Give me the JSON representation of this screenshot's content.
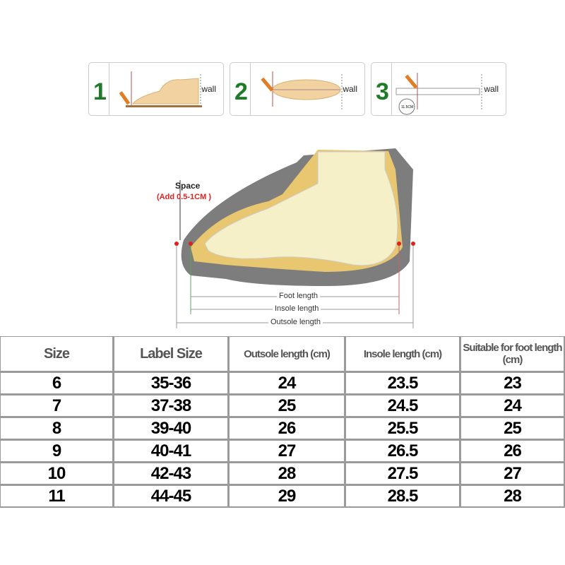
{
  "steps": [
    {
      "number": "1",
      "label": "wall"
    },
    {
      "number": "2",
      "label": "wall"
    },
    {
      "number": "3",
      "label": "wall",
      "ruler_reading": "11.5CM"
    }
  ],
  "diagram": {
    "space_label": "Space",
    "space_note": "(Add 0.5-1CM )",
    "foot_length": "Foot length",
    "insole_length": "Insole length",
    "outsole_length": "Outsole length"
  },
  "table": {
    "headers": [
      "Size",
      "Label Size",
      "Outsole length (cm)",
      "Insole length (cm)",
      "Suitable for foot length (cm)"
    ],
    "rows": [
      [
        "6",
        "35-36",
        "24",
        "23.5",
        "23"
      ],
      [
        "7",
        "37-38",
        "25",
        "24.5",
        "24"
      ],
      [
        "8",
        "39-40",
        "26",
        "25.5",
        "25"
      ],
      [
        "9",
        "40-41",
        "27",
        "26.5",
        "26"
      ],
      [
        "10",
        "42-43",
        "28",
        "27.5",
        "27"
      ],
      [
        "11",
        "44-45",
        "29",
        "28.5",
        "28"
      ]
    ]
  },
  "colors": {
    "step_number": "#1f7a2a",
    "space_note": "#dd2222",
    "foot": "#f5f0c8",
    "shoe": "#7d7d7d"
  }
}
